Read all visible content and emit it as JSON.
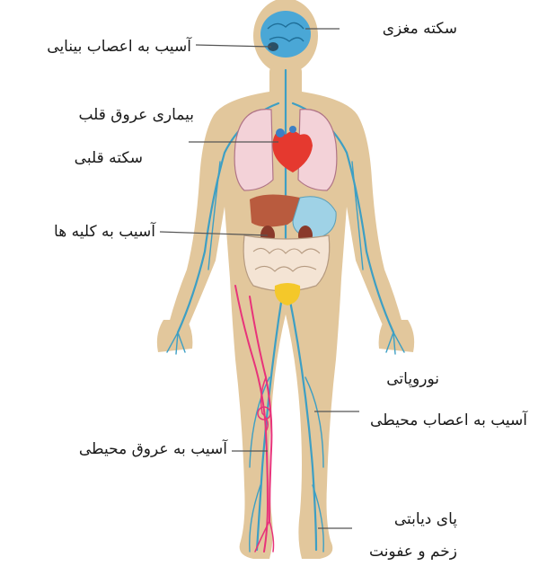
{
  "labels": {
    "stroke": "سکته مغزی",
    "retina": "آسیب به اعصاب بینایی",
    "coronary": "بیماری عروق قلب",
    "heart_attack": "سکته قلبی",
    "kidney": "آسیب به کلیه ها",
    "neuropathy": "نوروپاتی",
    "peripheral_nerve": "آسیب به اعصاب محیطی",
    "peripheral_vessel": "آسیب به عروق محیطی",
    "diabetic_foot": "پای دیابتی",
    "ulcer_infection": "زخم و عفونت"
  },
  "colors": {
    "skin": "#e2c79c",
    "nerve": "#3d9fc4",
    "artery": "#e8337a",
    "lung": "#f3d2d8",
    "heart": "#e5392f",
    "liver": "#b95b3e",
    "stomach": "#9fd2e6",
    "intestine": "#f4e4d4",
    "bladder": "#f4c82a",
    "brain": "#4aa7d6",
    "pointer": "#555555"
  }
}
